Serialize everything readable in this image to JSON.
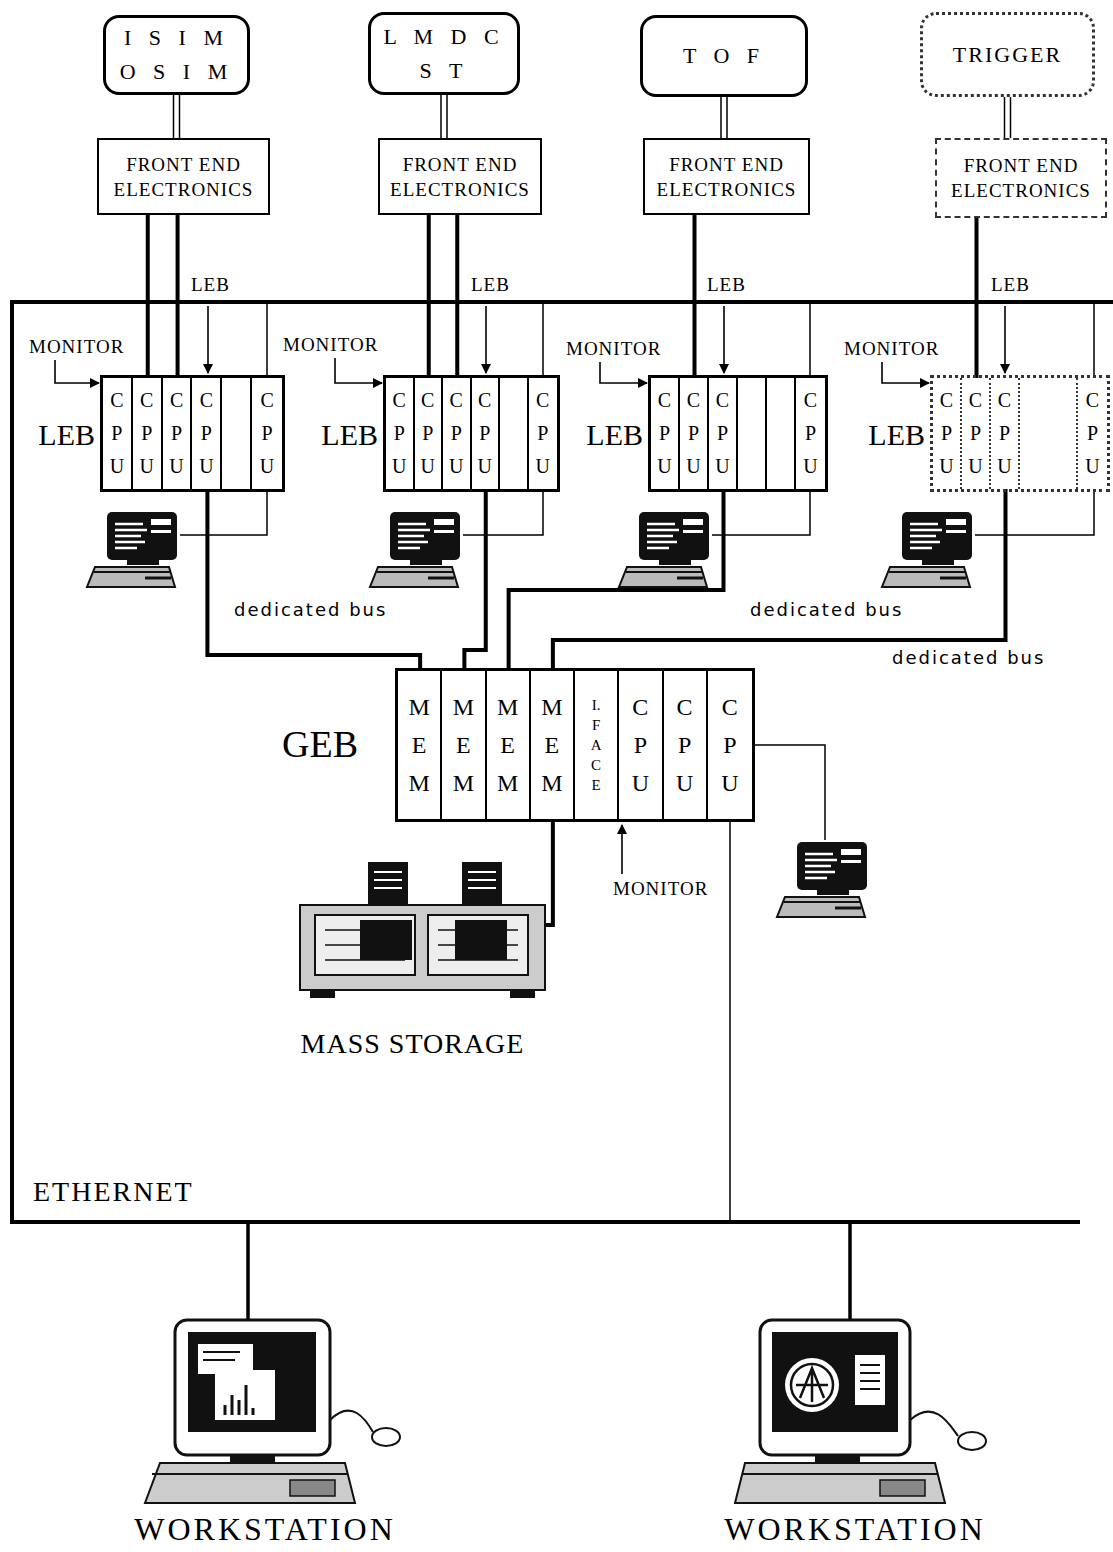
{
  "diagram": {
    "nodes": [
      {
        "text": [
          "I S I M O S I M"
        ]
      },
      {
        "text": [
          "L M D C S T"
        ]
      },
      {
        "text": [
          "T O F"
        ]
      },
      {
        "text": [
          "TRIGGER"
        ]
      },
      {
        "text": [
          "FRONT END ELECTRONICS"
        ]
      },
      {
        "text": [
          "FRONT END ELECTRONICS"
        ]
      },
      {
        "text": [
          "FRONT END ELECTRONICS"
        ]
      },
      {
        "text": [
          "FRONT END ELECTRONICS"
        ]
      },
      {
        "text": [
          "LEB"
        ]
      },
      {
        "text": [
          "C P U"
        ],
        "in": 8
      },
      {
        "text": [
          "C P U"
        ],
        "in": 8
      },
      {
        "text": [
          "C P U"
        ],
        "in": 8
      },
      {
        "text": [
          "C P U"
        ],
        "in": 8
      },
      {
        "text": [
          "C P U"
        ],
        "in": 8
      },
      {
        "text": [
          "LEB"
        ]
      },
      {
        "text": [
          "C P U"
        ],
        "in": 14
      },
      {
        "text": [
          "C P U"
        ],
        "in": 14
      },
      {
        "text": [
          "C P U"
        ],
        "in": 14
      },
      {
        "text": [
          "C P U"
        ],
        "in": 14
      },
      {
        "text": [
          "C P U"
        ],
        "in": 14
      },
      {
        "text": [
          "LEB"
        ]
      },
      {
        "text": [
          "C P U"
        ],
        "in": 20
      },
      {
        "text": [
          "C P U"
        ],
        "in": 20
      },
      {
        "text": [
          "C P U"
        ],
        "in": 20
      },
      {
        "text": [
          "C P U"
        ],
        "in": 20
      },
      {
        "text": [
          "LEB"
        ]
      },
      {
        "text": [
          "C P U"
        ],
        "in": 25
      },
      {
        "text": [
          "C P U"
        ],
        "in": 25
      },
      {
        "text": [
          "C P U"
        ],
        "in": 25
      },
      {
        "text": [
          "C P U"
        ],
        "in": 25
      },
      {
        "text": [
          "GEB"
        ]
      },
      {
        "text": [
          "M E M"
        ],
        "in": 30
      },
      {
        "text": [
          "M E M"
        ],
        "in": 30
      },
      {
        "text": [
          "M E M"
        ],
        "in": 30
      },
      {
        "text": [
          "M E M"
        ],
        "in": 30
      },
      {
        "text": [
          "I. F A C E"
        ],
        "in": 30
      },
      {
        "text": [
          "C P U"
        ],
        "in": 30
      },
      {
        "text": [
          "C P U"
        ],
        "in": 30
      },
      {
        "text": [
          "C P U"
        ],
        "in": 30
      },
      {
        "text": [
          "MASS STORAGE"
        ]
      },
      {
        "text": [
          "WORKSTATION"
        ]
      },
      {
        "text": [
          "WORKSTATION"
        ]
      }
    ],
    "edges": [
      {
        "from": 0,
        "to": 4,
        "arrow": "none"
      },
      {
        "from": 1,
        "to": 5,
        "arrow": "none"
      },
      {
        "from": 2,
        "to": 6,
        "arrow": "none"
      },
      {
        "from": 3,
        "to": 7,
        "arrow": "none"
      },
      {
        "from": 4,
        "to": 10,
        "arrow": "none"
      },
      {
        "from": 4,
        "to": 11,
        "arrow": "none"
      },
      {
        "from": 5,
        "to": 16,
        "arrow": "none"
      },
      {
        "from": 5,
        "to": 17,
        "arrow": "none"
      },
      {
        "from": 6,
        "to": 22,
        "arrow": "none"
      },
      {
        "from": 7,
        "to": 27,
        "arrow": "none"
      },
      {
        "from": 12,
        "to": 31,
        "label": "dedicated bus",
        "arrow": "none"
      },
      {
        "from": 18,
        "to": 32,
        "arrow": "none"
      },
      {
        "from": 23,
        "to": 33,
        "label": "dedicated bus",
        "arrow": "none"
      },
      {
        "from": 28,
        "to": 34,
        "label": "dedicated bus",
        "arrow": "none"
      },
      {
        "from": 34,
        "to": 39,
        "arrow": "none"
      }
    ],
    "labels": [
      "LEB",
      "LEB",
      "LEB",
      "LEB",
      "MONITOR",
      "MONITOR",
      "MONITOR",
      "MONITOR",
      "MONITOR",
      "ETHERNET"
    ]
  }
}
